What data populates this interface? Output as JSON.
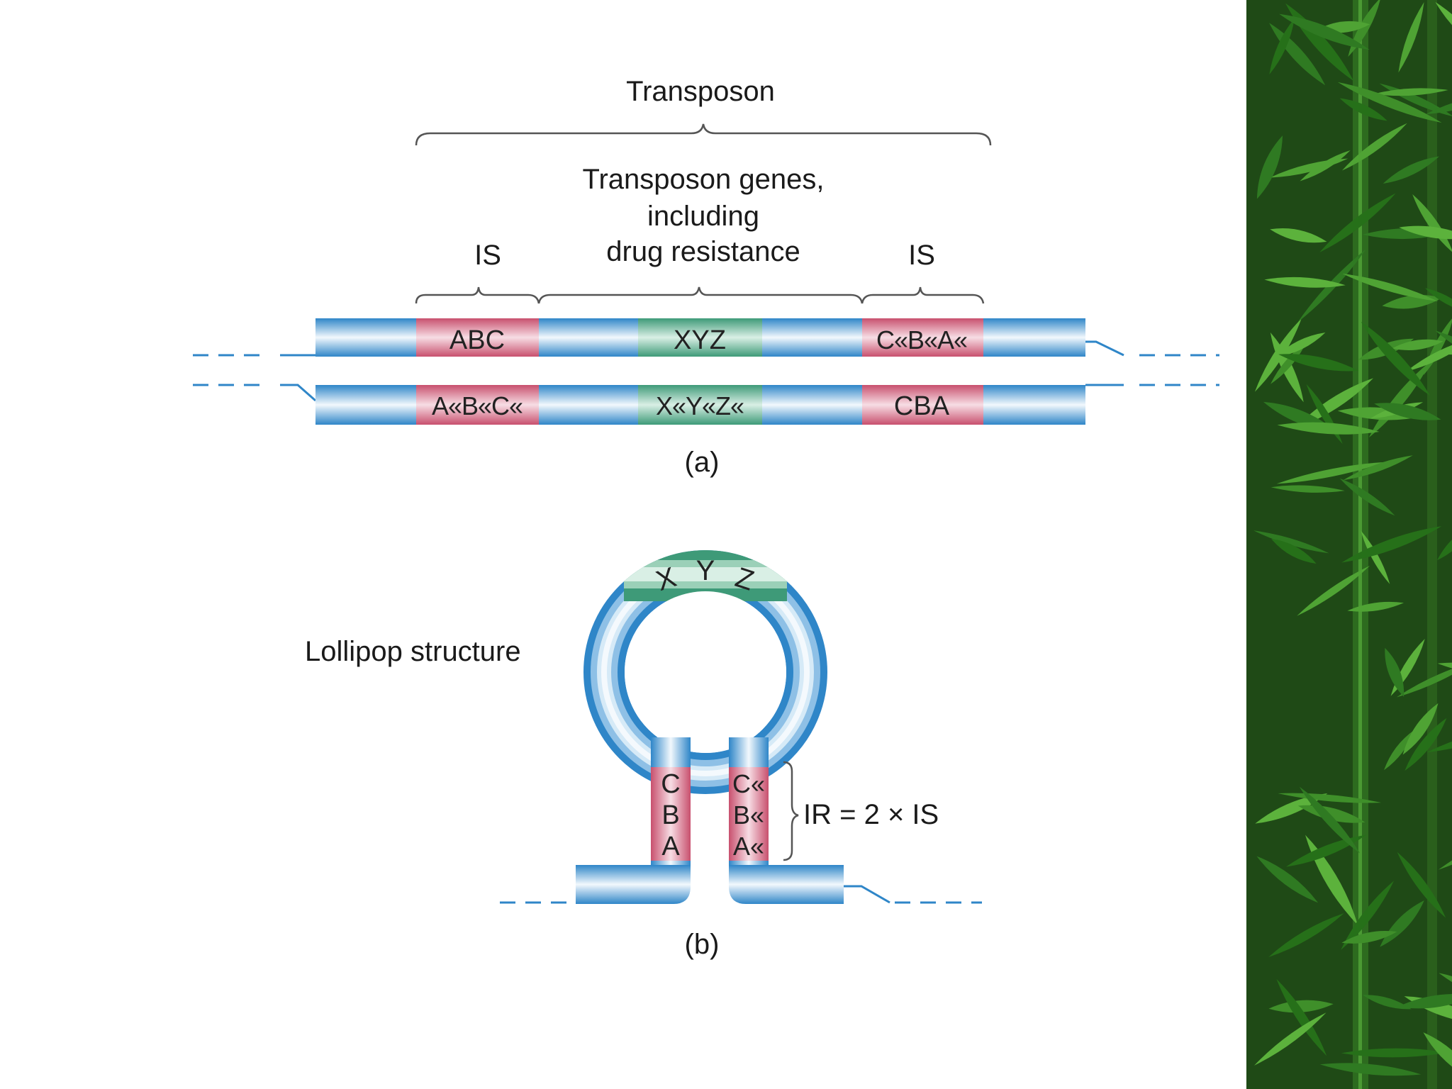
{
  "labels": {
    "transposon": "Transposon",
    "genes_line1": "Transposon genes,",
    "genes_line2": "including",
    "genes_line3": "drug resistance",
    "is_left": "IS",
    "is_right": "IS",
    "panel_a": "(a)",
    "panel_b": "(b)",
    "lollipop": "Lollipop structure",
    "ir": "IR = 2 × IS"
  },
  "strand_top": {
    "left_is": "ABC",
    "center": "XYZ",
    "right_is": "C«B«A«"
  },
  "strand_bottom": {
    "left_is": "A«B«C«",
    "center": "X«Y«Z«",
    "right_is": "CBA"
  },
  "loop": {
    "letters": [
      "X",
      "Y",
      "Z"
    ],
    "stem_left": [
      "C",
      "B",
      "A"
    ],
    "stem_right": [
      "C«",
      "B«",
      "A«"
    ]
  },
  "colors": {
    "dna_blue": "#2f86c8",
    "is_pink": "#c8506e",
    "xyz_green": "#3e9a78",
    "bamboo_dark": "#1f4a16",
    "bamboo_leaf": "#3f8f2a"
  }
}
